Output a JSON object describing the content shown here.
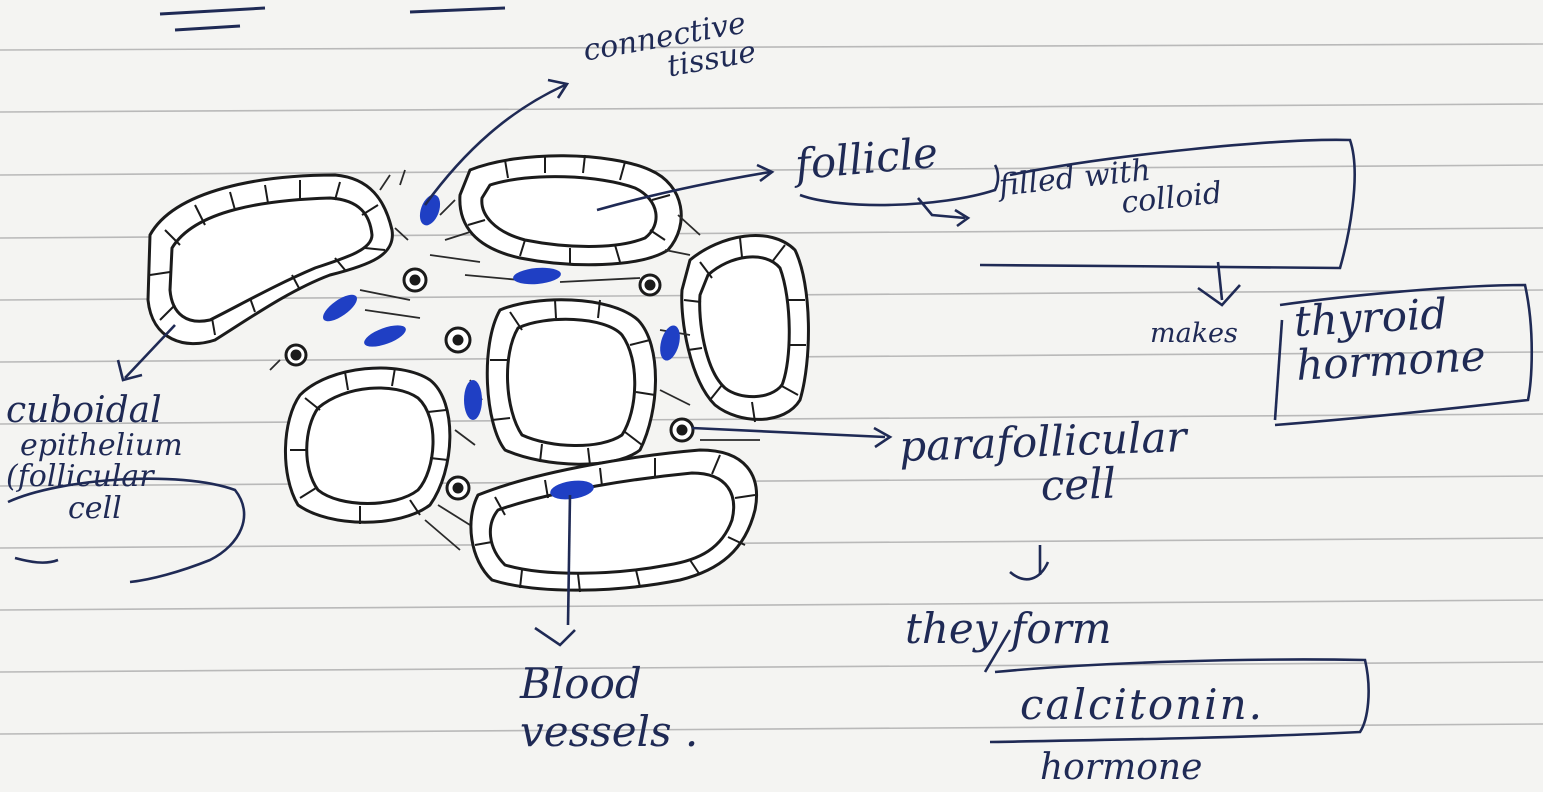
{
  "labels": {
    "connective_tissue": [
      "connective",
      "tissue"
    ],
    "follicle": "follicle",
    "filled_with_colloid": [
      "filled with",
      "colloid"
    ],
    "makes": "makes",
    "thyroid_hormone": [
      "thyroid",
      "hormone"
    ],
    "cuboidal_epithelium": [
      "cuboidal",
      "epithelium",
      "(follicular",
      "cell"
    ],
    "parafollicular_cell": [
      "parafollicular",
      "cell"
    ],
    "they_form": "they form",
    "calcitonin": "calcitonin.",
    "hormone": "hormone",
    "blood_vessels": [
      "Blood",
      "vessels ."
    ]
  },
  "colors": {
    "ink": "#1f2a55",
    "outline": "#1b1b1b",
    "nucleus_blue": "#1f3fc4",
    "paper": "#f4f4f2",
    "ruled_line": "#b9b9b9"
  }
}
